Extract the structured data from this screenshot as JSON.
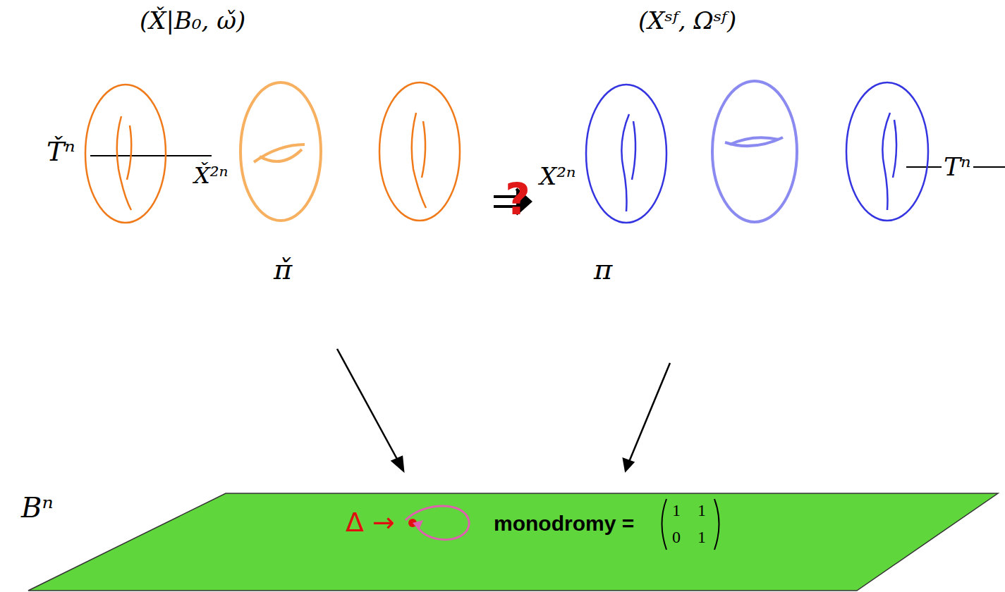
{
  "diagram": {
    "labels": [
      "(X̌|B₀, ω̌)",
      "(Xˢᶠ, Ωˢᶠ)",
      "Ťⁿ",
      "X̌²ⁿ",
      "?",
      "X²ⁿ",
      "Tⁿ",
      "π̌",
      "π",
      "Bⁿ",
      "Δ →",
      "monodromy =",
      "1",
      "1",
      "0",
      "1"
    ]
  }
}
